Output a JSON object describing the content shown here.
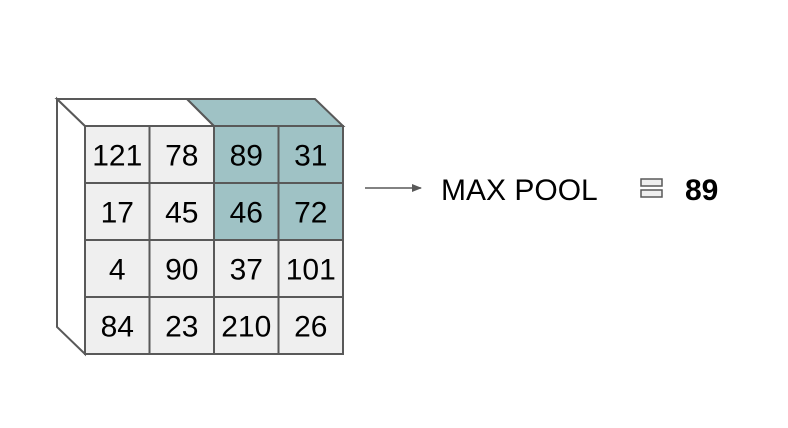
{
  "matrix": {
    "rows": [
      [
        "121",
        "78",
        "89",
        "31"
      ],
      [
        "17",
        "45",
        "46",
        "72"
      ],
      [
        "4",
        "90",
        "37",
        "101"
      ],
      [
        "84",
        "23",
        "210",
        "26"
      ]
    ],
    "highlighted_cells": [
      [
        0,
        2
      ],
      [
        0,
        3
      ],
      [
        1,
        2
      ],
      [
        1,
        3
      ]
    ]
  },
  "operation": {
    "label": "MAX POOL",
    "result": "89"
  },
  "colors": {
    "cell_fill": "#efefef",
    "highlight_fill": "#9fc2c5",
    "grid_line": "#595959",
    "side_fill": "#ffffff"
  }
}
